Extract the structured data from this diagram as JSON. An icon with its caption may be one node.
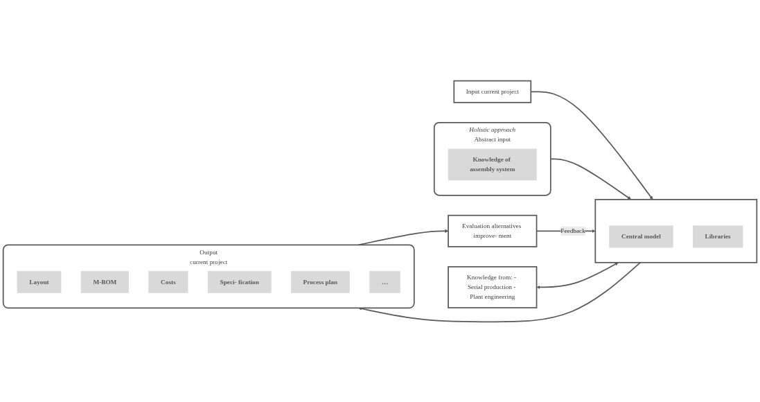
{
  "diagram": {
    "nodes": [
      {
        "text": [
          "Input current project"
        ]
      },
      {
        "text": [
          "Abstract input"
        ],
        "beside": [
          "Holistic approach"
        ]
      },
      {
        "text": [
          "Knowledge of assembly system"
        ],
        "in": 1
      },
      {
        "text": [],
        "shape": "box"
      },
      {
        "text": [
          "Central model"
        ],
        "in": 3
      },
      {
        "text": [
          "Libraries"
        ],
        "in": 3
      },
      {
        "text": [
          "Output",
          "current project"
        ]
      },
      {
        "text": [
          "Layout"
        ],
        "in": 6
      },
      {
        "text": [
          "M-BOM"
        ],
        "in": 6
      },
      {
        "text": [
          "Costs"
        ],
        "in": 6
      },
      {
        "text": [
          "Speci- fication"
        ],
        "in": 6
      },
      {
        "text": [
          "Process plan"
        ],
        "in": 6
      },
      {
        "text": [
          "…"
        ],
        "in": 6
      },
      {
        "text": [
          "Evaluation alternatives improve- ment"
        ]
      },
      {
        "text": [
          "Knowledge from: - Serial production - Plant engineering"
        ]
      }
    ],
    "edges": [
      {
        "from": 0,
        "to": 3,
        "arrow": "to"
      },
      {
        "from": 1,
        "to": 3,
        "arrow": "to"
      },
      {
        "from": 3,
        "to": 6,
        "arrow": "to"
      },
      {
        "from": 6,
        "to": 13,
        "arrow": "to"
      },
      {
        "from": 13,
        "to": 3,
        "arrow": "to",
        "label": "Feedback"
      },
      {
        "from": 14,
        "to": 3,
        "arrow": "both"
      }
    ]
  }
}
